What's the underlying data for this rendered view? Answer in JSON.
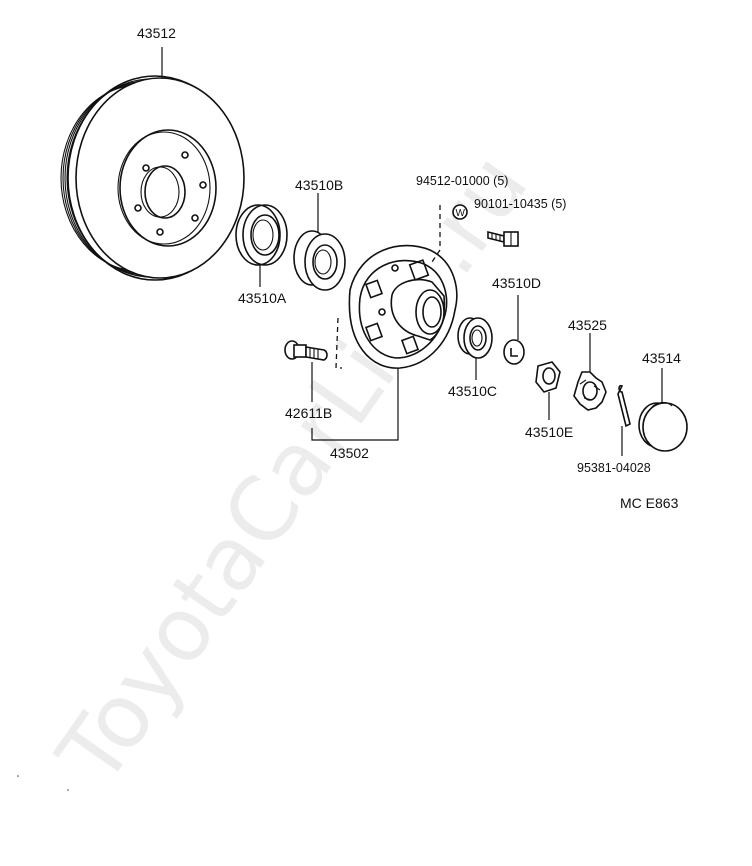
{
  "watermark": "ToyotaCarLine.ru",
  "diagram_code": "MC  E863",
  "parts": {
    "rotor": "43512",
    "bearing_outer_b": "43510B",
    "oil_seal": "43510A",
    "lug_nut_note": "94512-01000 (5)",
    "hub_bolt_note": "90101-10435 (5)",
    "washer_label": "43510D",
    "hub_stud": "42611B",
    "hub_assembly": "43502",
    "bearing_c": "43510C",
    "nut_lock": "43525",
    "nut_e": "43510E",
    "grease_cap": "43514",
    "cotter_pin": "95381-04028"
  }
}
